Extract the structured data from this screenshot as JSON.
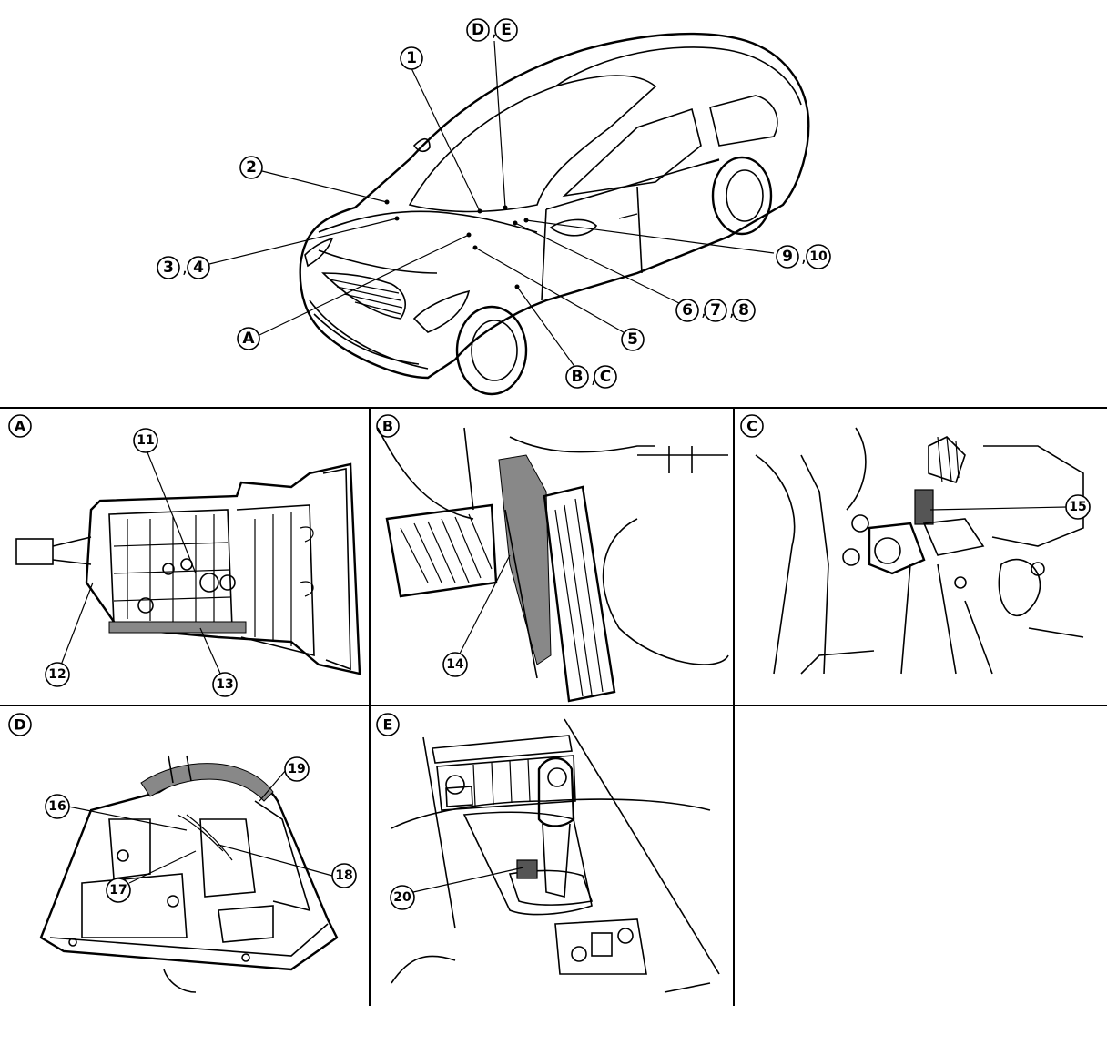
{
  "overview": {
    "callouts": [
      {
        "id": "c1",
        "text": "1"
      },
      {
        "id": "c2",
        "text": "2"
      },
      {
        "id": "c3",
        "text": "3"
      },
      {
        "id": "c4",
        "text": "4"
      },
      {
        "id": "c5",
        "text": "5"
      },
      {
        "id": "c6",
        "text": "6"
      },
      {
        "id": "c7",
        "text": "7"
      },
      {
        "id": "c8",
        "text": "8"
      },
      {
        "id": "c9",
        "text": "9"
      },
      {
        "id": "c10",
        "text": "10"
      },
      {
        "id": "cA",
        "text": "A"
      },
      {
        "id": "cB",
        "text": "B"
      },
      {
        "id": "cC",
        "text": "C"
      },
      {
        "id": "cD",
        "text": "D"
      },
      {
        "id": "cE",
        "text": "E"
      }
    ],
    "separator": ","
  },
  "panels": {
    "A": {
      "label": "A",
      "callouts": [
        "11",
        "12",
        "13"
      ]
    },
    "B": {
      "label": "B",
      "callouts": [
        "14"
      ]
    },
    "C": {
      "label": "C",
      "callouts": [
        "15"
      ]
    },
    "D": {
      "label": "D",
      "callouts": [
        "16",
        "17",
        "18",
        "19"
      ]
    },
    "E": {
      "label": "E",
      "callouts": [
        "20"
      ]
    }
  }
}
